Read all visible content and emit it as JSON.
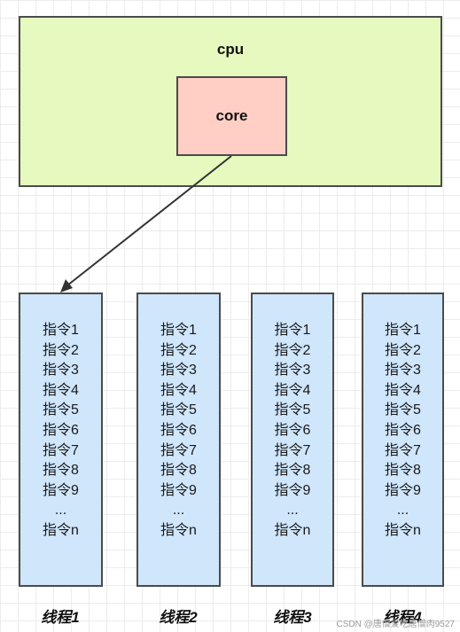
{
  "cpu": {
    "label": "cpu"
  },
  "core": {
    "label": "core"
  },
  "threads": [
    {
      "label": "线程1",
      "instructions": [
        "指令1",
        "指令2",
        "指令3",
        "指令4",
        "指令5",
        "指令6",
        "指令7",
        "指令8",
        "指令9",
        "...",
        "指令n"
      ]
    },
    {
      "label": "线程2",
      "instructions": [
        "指令1",
        "指令2",
        "指令3",
        "指令4",
        "指令5",
        "指令6",
        "指令7",
        "指令8",
        "指令9",
        "...",
        "指令n"
      ]
    },
    {
      "label": "线程3",
      "instructions": [
        "指令1",
        "指令2",
        "指令3",
        "指令4",
        "指令5",
        "指令6",
        "指令7",
        "指令8",
        "指令9",
        "...",
        "指令n"
      ]
    },
    {
      "label": "线程4",
      "instructions": [
        "指令1",
        "指令2",
        "指令3",
        "指令4",
        "指令5",
        "指令6",
        "指令7",
        "指令8",
        "指令9",
        "...",
        "指令n"
      ]
    }
  ],
  "watermark": "CSDN @唐僧爱吃唐僧肉9527",
  "colors": {
    "cpu_fill": "#e6f9bf",
    "core_fill": "#ffcfc5",
    "thread_fill": "#cfe6fb",
    "border": "#4b4b4b",
    "arrow": "#333333"
  }
}
